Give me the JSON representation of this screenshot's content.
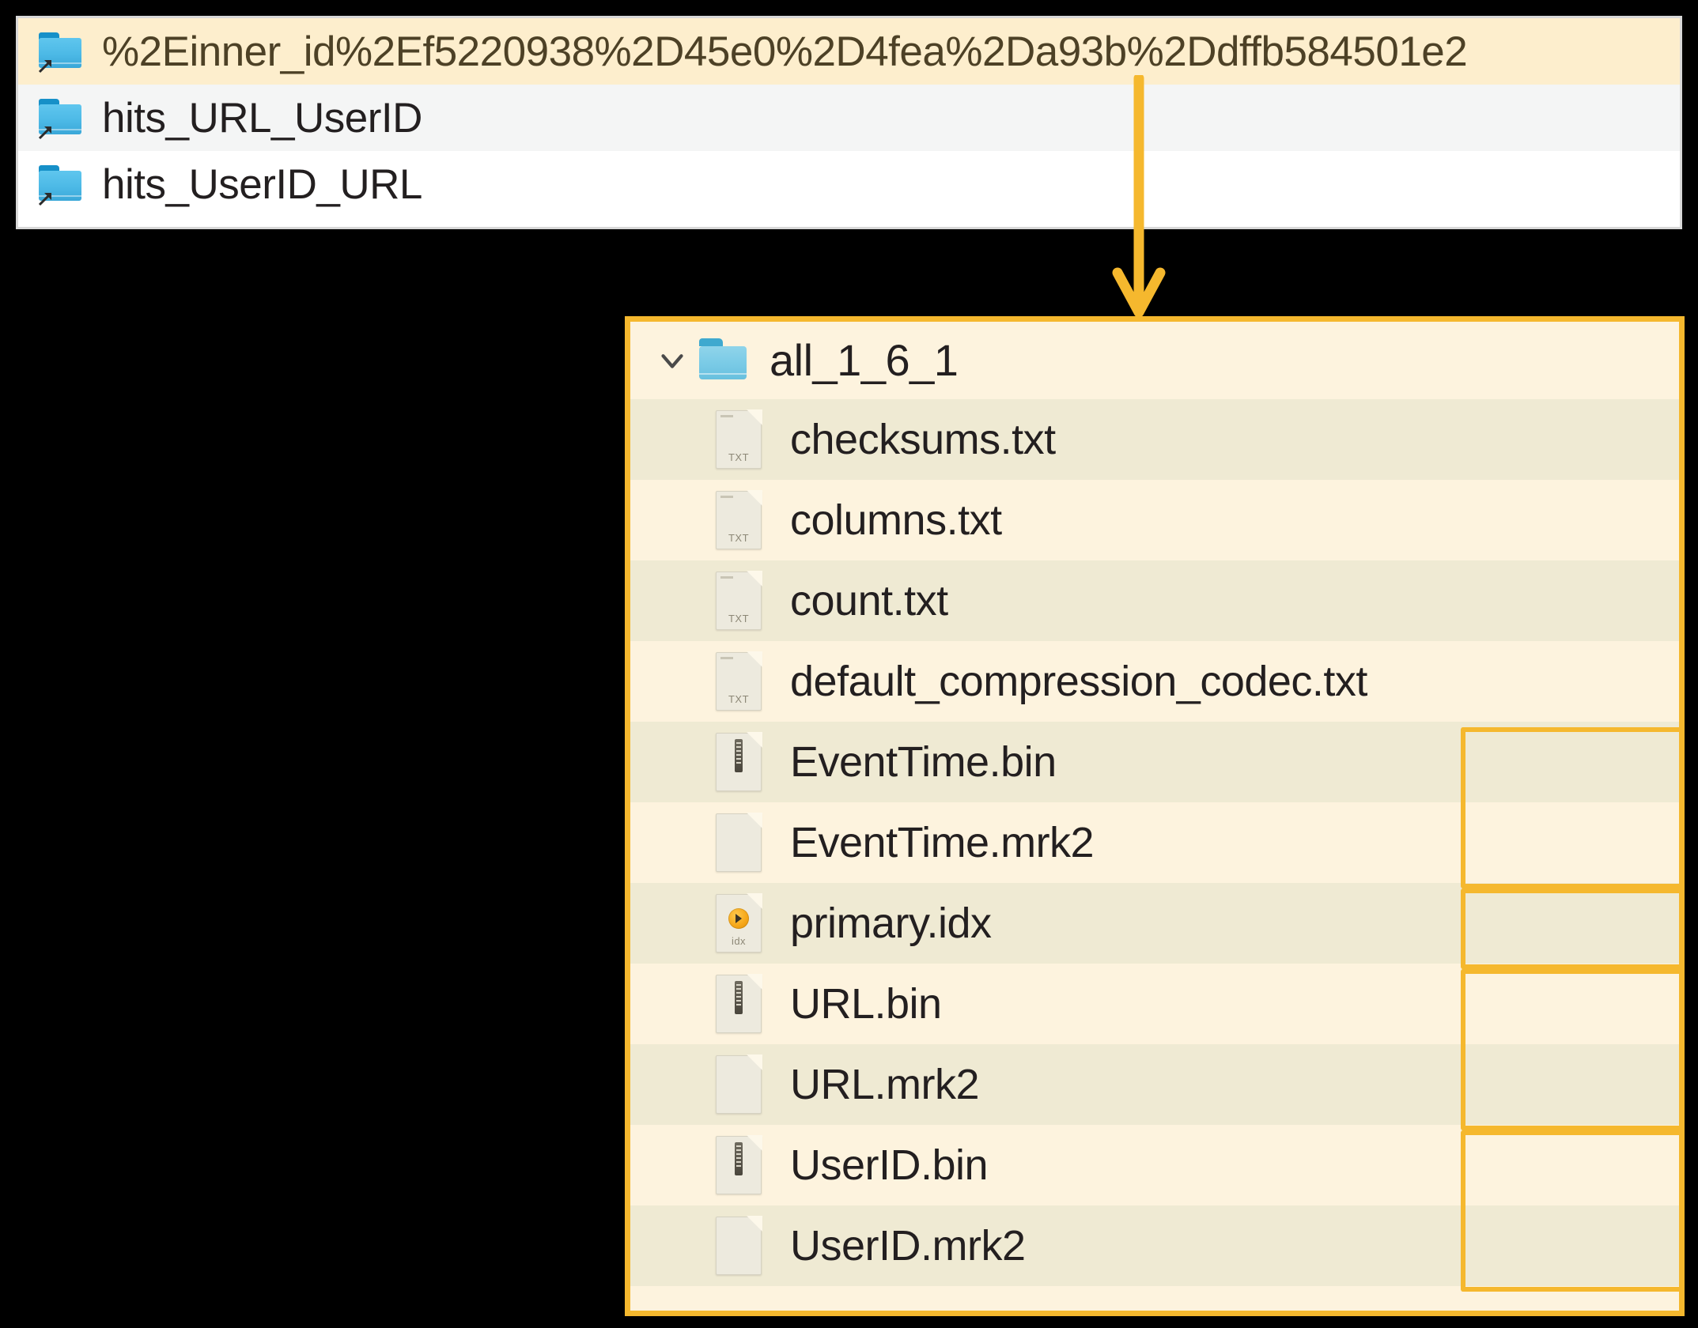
{
  "top_panel": {
    "rows": [
      {
        "label": "%2Einner_id%2Ef5220938%2D45e0%2D4fea%2Da93b%2Ddffb584501e2",
        "icon": "folder-shortcut-icon",
        "selected": true
      },
      {
        "label": "hits_URL_UserID",
        "icon": "folder-shortcut-icon",
        "selected": false
      },
      {
        "label": "hits_UserID_URL",
        "icon": "folder-shortcut-icon",
        "selected": false
      }
    ]
  },
  "connector": {
    "icon": "down-arrow-icon",
    "color": "#f5b82e"
  },
  "main_panel": {
    "border_color": "#f5b82e",
    "background": "#fdf3de",
    "folder": {
      "name": "all_1_6_1",
      "expand_icon": "chevron-down-icon",
      "folder_icon": "folder-icon",
      "expanded": true
    },
    "files": [
      {
        "name": "checksums.txt",
        "icon": "txt-file-icon",
        "ext": "TXT",
        "highlighted": false
      },
      {
        "name": "columns.txt",
        "icon": "txt-file-icon",
        "ext": "TXT",
        "highlighted": false
      },
      {
        "name": "count.txt",
        "icon": "txt-file-icon",
        "ext": "TXT",
        "highlighted": false
      },
      {
        "name": "default_compression_codec.txt",
        "icon": "txt-file-icon",
        "ext": "TXT",
        "highlighted": false
      },
      {
        "name": "EventTime.bin",
        "icon": "bin-file-icon",
        "ext": "",
        "highlighted": true
      },
      {
        "name": "EventTime.mrk2",
        "icon": "blank-file-icon",
        "ext": "",
        "highlighted": true
      },
      {
        "name": "primary.idx",
        "icon": "idx-file-icon",
        "ext": "idx",
        "highlighted": true
      },
      {
        "name": "URL.bin",
        "icon": "bin-file-icon",
        "ext": "",
        "highlighted": true
      },
      {
        "name": "URL.mrk2",
        "icon": "blank-file-icon",
        "ext": "",
        "highlighted": true
      },
      {
        "name": "UserID.bin",
        "icon": "bin-file-icon",
        "ext": "",
        "highlighted": true
      },
      {
        "name": "UserID.mrk2",
        "icon": "blank-file-icon",
        "ext": "",
        "highlighted": true
      }
    ],
    "highlight_groups": [
      {
        "label": "EventTime-group",
        "first_index": 4,
        "last_index": 5
      },
      {
        "label": "primary-idx-group",
        "first_index": 6,
        "last_index": 6
      },
      {
        "label": "URL-group",
        "first_index": 7,
        "last_index": 8
      },
      {
        "label": "UserID-group",
        "first_index": 9,
        "last_index": 10
      }
    ]
  }
}
